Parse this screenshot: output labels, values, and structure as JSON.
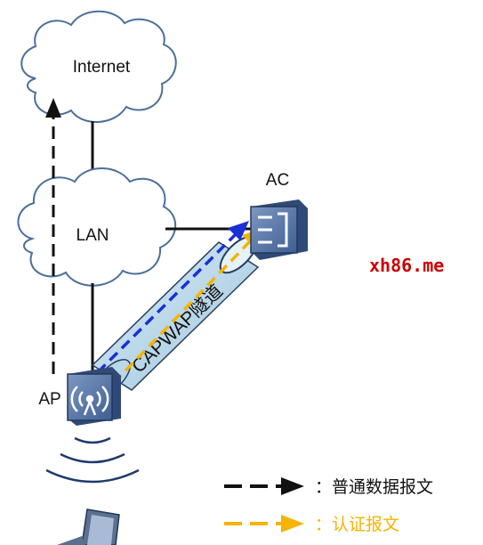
{
  "nodes": {
    "internet": {
      "label": "Internet"
    },
    "lan": {
      "label": "LAN"
    },
    "ac": {
      "label": "AC"
    },
    "ap": {
      "label": "AP"
    }
  },
  "tunnel": {
    "label": "CAPWAP隧道"
  },
  "watermark": {
    "text": "xh86.me",
    "color": "#cc0000"
  },
  "legend": [
    {
      "text": "：普通数据报文",
      "color": "#111111"
    },
    {
      "text": "：认证报文",
      "color": "#f5b400"
    }
  ],
  "colors": {
    "cloud_stroke": "#4a6f9a",
    "device_fill": "#5b78a6",
    "tunnel_fill": "#b9d8ea",
    "data_arrow": "#111111",
    "auth_arrow": "#f5b400",
    "tunnel_arrow": "#1a2fd6",
    "wifi": "#1f3a6e"
  },
  "icons": {
    "internet": "cloud-icon",
    "lan": "cloud-icon",
    "ac": "access-controller-icon",
    "ap": "access-point-icon",
    "client": "laptop-icon",
    "wireless": "wifi-waves-icon"
  }
}
